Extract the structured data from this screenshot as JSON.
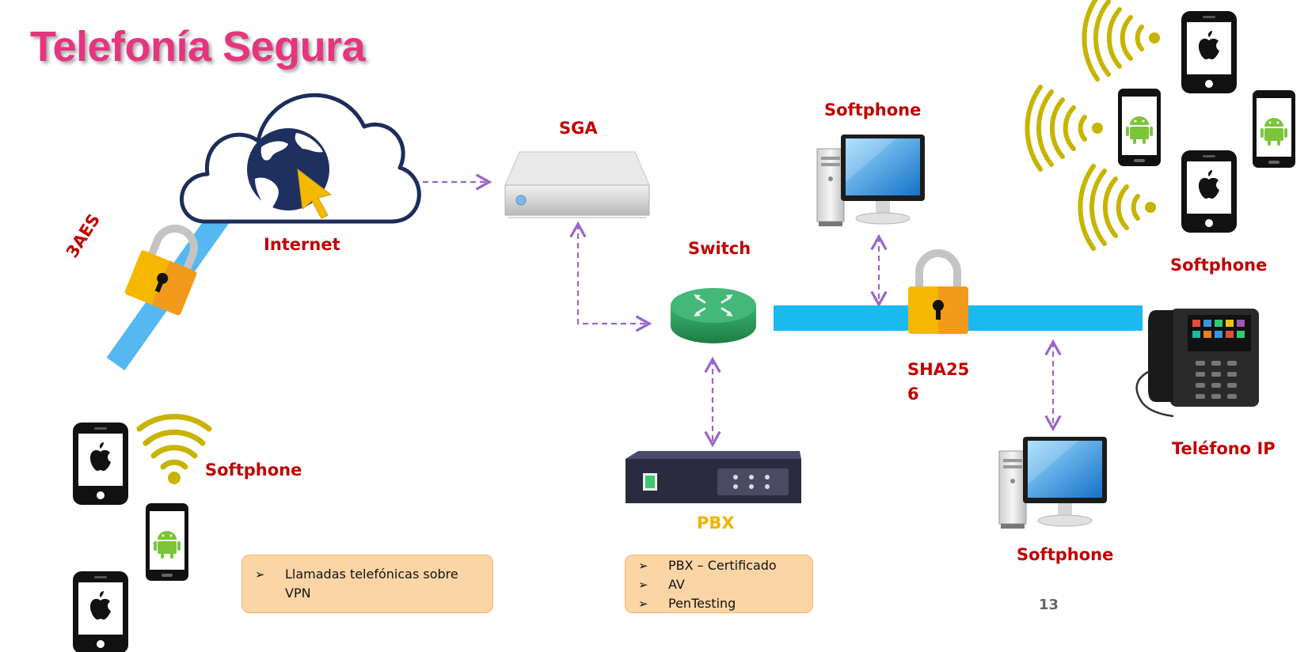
{
  "title": "Telefonía Segura",
  "labels": {
    "internet": "Internet",
    "encryption_left": "3AES",
    "sga": "SGA",
    "switch": "Switch",
    "softphone_top": "Softphone",
    "softphone_right": "Softphone",
    "softphone_bottom_right": "Softphone",
    "softphone_left": "Softphone",
    "pbx": "PBX",
    "sha_line1": "SHA25",
    "sha_line2": "6",
    "ip_phone": "Teléfono IP"
  },
  "notes": {
    "vpn": [
      "Llamadas telefónicas sobre VPN"
    ],
    "pbx": [
      "PBX – Certificado",
      "AV",
      "PenTesting"
    ]
  },
  "page_number": "13",
  "colors": {
    "title": "#e6357f",
    "label_red": "#c00000",
    "label_gold": "#f0b400",
    "arrow": "#9966cc",
    "bus": "#1ab9f0",
    "note_fill": "#fbd5a5",
    "wifi": "#c8b400",
    "android": "#7cc43a",
    "lock_body": "#f5b800",
    "lock_dark": "#f39a1c"
  },
  "icons": [
    "cloud-globe-icon",
    "padlock-icon",
    "server-icon",
    "router-icon",
    "monitor-icon",
    "pbx-box-icon",
    "ip-phone-icon",
    "wifi-icon",
    "smartphone-apple-icon",
    "smartphone-android-icon"
  ]
}
